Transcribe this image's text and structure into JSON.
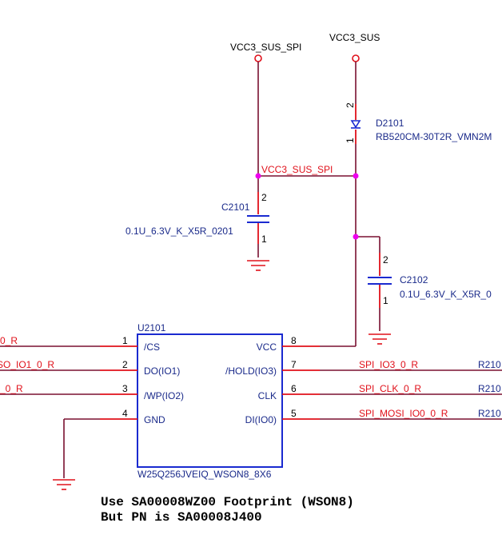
{
  "power_ports": [
    {
      "name": "VCC3_SUS_SPI"
    },
    {
      "name": "VCC3_SUS"
    }
  ],
  "diode": {
    "ref": "D2101",
    "value": "RB520CM-30T2R_VMN2M",
    "pin_top": "2",
    "pin_bottom": "1"
  },
  "net_label_vcc": "VCC3_SUS_SPI",
  "cap1": {
    "ref": "C2101",
    "value": "0.1U_6.3V_K_X5R_0201",
    "pin_top": "2",
    "pin_bottom": "1"
  },
  "cap2": {
    "ref": "C2102",
    "value": "0.1U_6.3V_K_X5R_0",
    "pin_top": "2",
    "pin_bottom": "1"
  },
  "ic": {
    "ref": "U2101",
    "part": "W25Q256JVEIQ_WSON8_8X6",
    "left_pins": [
      {
        "num": "1",
        "name": "/CS",
        "net": "0_R"
      },
      {
        "num": "2",
        "name": "DO(IO1)",
        "net": "SO_IO1_0_R"
      },
      {
        "num": "3",
        "name": "/WP(IO2)",
        "net": "_0_R"
      },
      {
        "num": "4",
        "name": "GND",
        "net": ""
      }
    ],
    "right_pins": [
      {
        "num": "8",
        "name": "VCC",
        "net": ""
      },
      {
        "num": "7",
        "name": "/HOLD(IO3)",
        "net": "SPI_IO3_0_R",
        "res": "R210"
      },
      {
        "num": "6",
        "name": "CLK",
        "net": "SPI_CLK_0_R",
        "res": "R210"
      },
      {
        "num": "5",
        "name": "DI(IO0)",
        "net": "SPI_MOSI_IO0_0_R",
        "res": "R210"
      }
    ]
  },
  "notes": [
    "Use SA00008WZ00 Footprint (WSON8)",
    "But PN is SA00008J400"
  ],
  "colors": {
    "wire": "#7a1030",
    "pin": "#e0101a",
    "junction": "#ee00ee",
    "component": "#1a2ad0",
    "label_blue": "#1a2a8a",
    "net_red": "#e0101a"
  }
}
